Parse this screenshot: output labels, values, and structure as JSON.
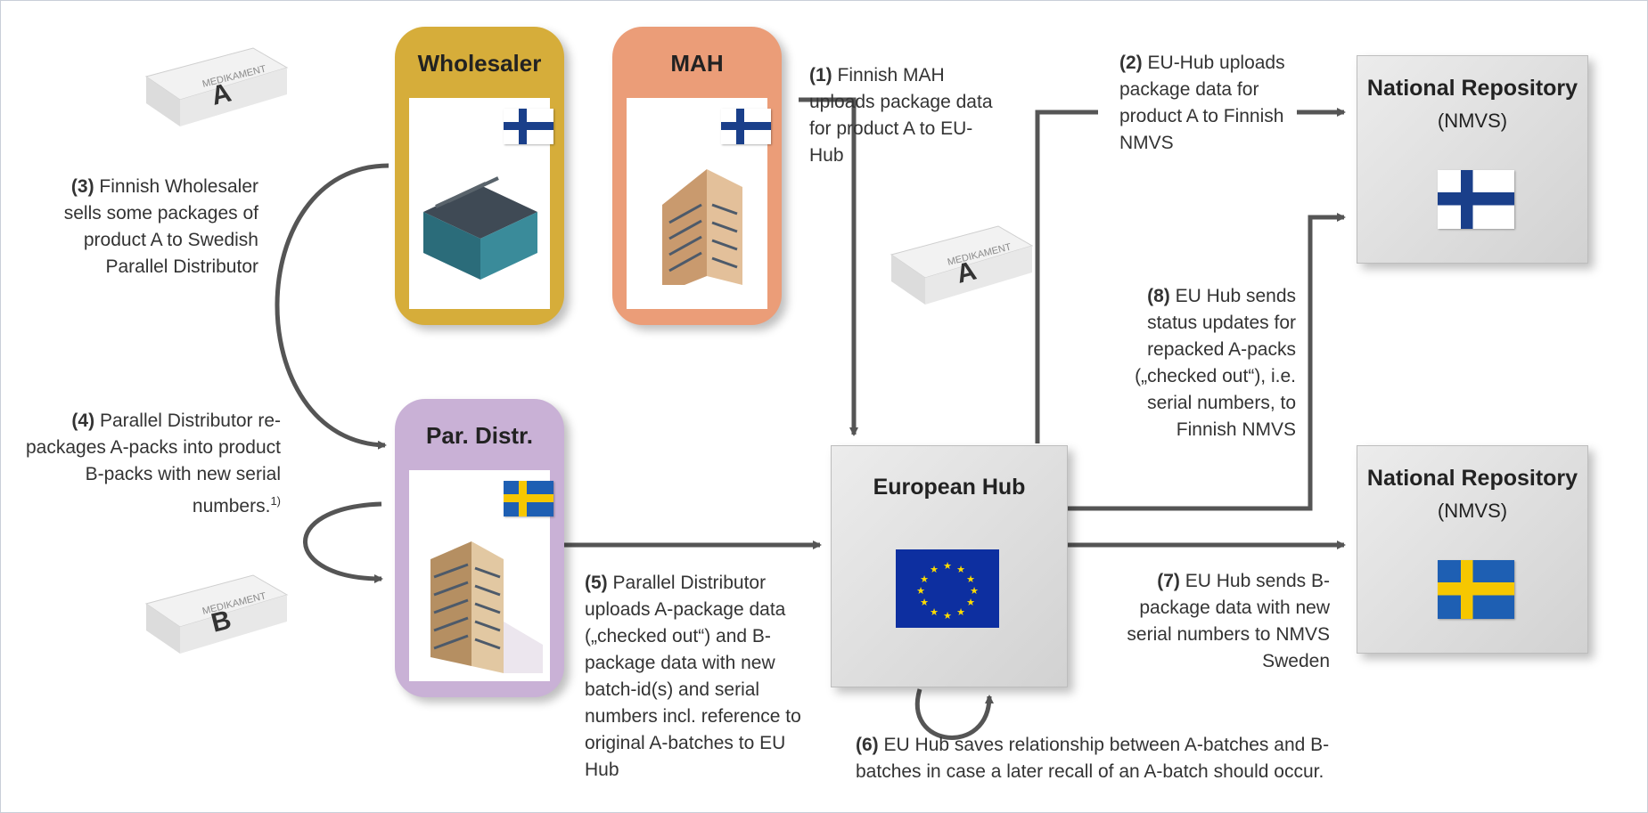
{
  "actors": {
    "wholesaler": {
      "title": "Wholesaler",
      "flag": "finland",
      "color": "#d6ad3a"
    },
    "mah": {
      "title": "MAH",
      "flag": "finland",
      "color": "#eb9d78"
    },
    "par_distr": {
      "title": "Par. Distr.",
      "flag": "sweden",
      "color": "#c9b1d6"
    }
  },
  "hub": {
    "title": "European Hub",
    "flag": "eu"
  },
  "repositories": [
    {
      "title": "National Repository",
      "subtitle": "(NMVS)",
      "flag": "finland"
    },
    {
      "title": "National Repository",
      "subtitle": "(NMVS)",
      "flag": "sweden"
    }
  ],
  "packs": [
    {
      "brand": "MEDIKAMENT",
      "letter": "A"
    },
    {
      "brand": "MEDIKAMENT",
      "letter": "A"
    },
    {
      "brand": "MEDIKAMENT",
      "letter": "B"
    }
  ],
  "steps": [
    {
      "num": "(1)",
      "text": "Finnish MAH uploads package data for product A to EU-Hub"
    },
    {
      "num": "(2)",
      "text": "EU-Hub uploads package data for product A to Finnish NMVS"
    },
    {
      "num": "(3)",
      "text": "Finnish Wholesaler sells some packages of product A to Swedish Parallel Distributor"
    },
    {
      "num": "(4)",
      "text": "Parallel Distributor re-packages A-packs into product B-packs with new serial numbers.",
      "footnote": "1)"
    },
    {
      "num": "(5)",
      "text": "Parallel Distributor uploads A-package data („checked out“) and B-package data with new batch-id(s) and serial numbers incl. reference to original A-batches to EU Hub"
    },
    {
      "num": "(6)",
      "text": "EU Hub saves relationship between A-batches and B-batches in case a later recall of an A-batch should occur."
    },
    {
      "num": "(7)",
      "text": "EU Hub sends B-package data with new serial numbers to NMVS Sweden"
    },
    {
      "num": "(8)",
      "text": "EU Hub sends status updates for repacked A-packs („checked out“), i.e. serial numbers, to Finnish NMVS"
    }
  ],
  "colors": {
    "arrow": "#555555",
    "finland_blue": "#1a3f8a",
    "sweden_blue": "#1e5fb3",
    "sweden_yellow": "#f6c700",
    "eu_blue": "#0d2fa0",
    "eu_star": "#ffdd00"
  }
}
